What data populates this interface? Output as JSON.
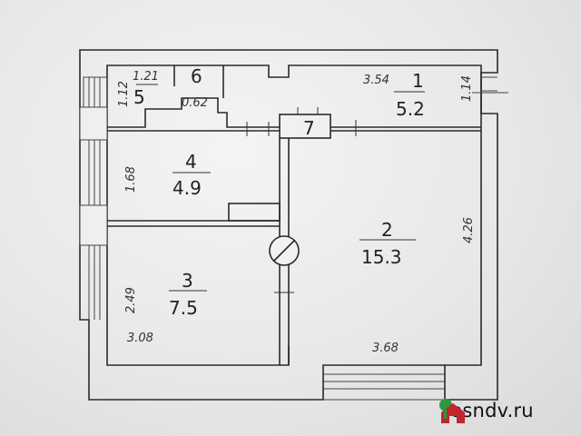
{
  "rooms": {
    "1": {
      "number": "1",
      "area": "5.2"
    },
    "2": {
      "number": "2",
      "area": "15.3"
    },
    "3": {
      "number": "3",
      "area": "7.5"
    },
    "4": {
      "number": "4",
      "area": "4.9"
    },
    "5": {
      "number": "5"
    },
    "6": {
      "number": "6"
    },
    "7": {
      "number": "7"
    }
  },
  "dimensions": {
    "room5_width": "1.21",
    "room5_height": "1.12",
    "room6_width": "0.62",
    "room1_width": "3.54",
    "room1_height": "1.14",
    "room4_height": "1.68",
    "room3_height": "2.49",
    "room2_height": "4.26",
    "room3_width": "3.08",
    "room2_width": "3.68"
  },
  "brand": {
    "text": "rosndv.ru"
  }
}
